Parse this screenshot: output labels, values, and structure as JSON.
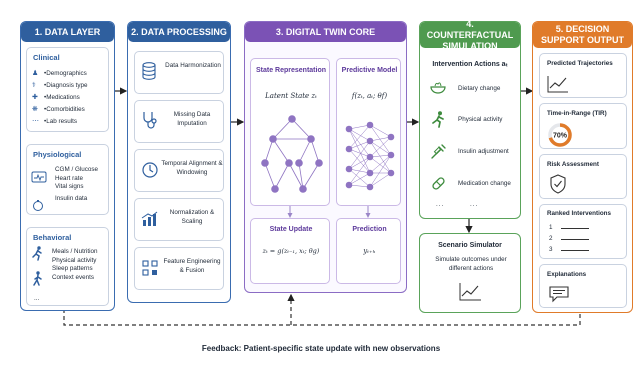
{
  "col1": {
    "title": "1. DATA LAYER",
    "clinical": {
      "title": "Clinical",
      "items": [
        "Demographics",
        "Diagnosis type",
        "Medications",
        "Comorbidities",
        "Lab results"
      ]
    },
    "physiological": {
      "title": "Physiological",
      "items": [
        "CGM / Glucose",
        "Heart rate",
        "Vital signs",
        "Insulin data"
      ]
    },
    "behavioral": {
      "title": "Behavioral",
      "items": [
        "Meals / Nutrition",
        "Physical activity",
        "Sleep patterns",
        "Context events",
        "..."
      ]
    }
  },
  "col2": {
    "title": "2. DATA PROCESSING",
    "steps": [
      {
        "label": "Data Harmonization",
        "icon": "database-icon"
      },
      {
        "label": "Missing Data Imputation",
        "icon": "stethoscope-icon"
      },
      {
        "label": "Temporal Alignment & Windowing",
        "icon": "clock-icon"
      },
      {
        "label": "Normalization & Scaling",
        "icon": "bar-chart-icon"
      },
      {
        "label": "Feature Engineering & Fusion",
        "icon": "layers-icon"
      }
    ]
  },
  "col3": {
    "title": "3. DIGITAL TWIN CORE",
    "state_rep": {
      "title": "State Representation",
      "formula": "Latent State zₜ"
    },
    "predictive": {
      "title": "Predictive Model",
      "formula": "f(zₜ, aₜ; θf)"
    },
    "state_update": {
      "title": "State Update",
      "formula": "zₜ = g(zₜ₋₁, xₜ; θg)"
    },
    "prediction": {
      "title": "Prediction",
      "formula": "yₜ₊ₕ"
    }
  },
  "col4": {
    "title": "4. COUNTERFACTUAL SIMULATION",
    "actions_title": "Intervention Actions aₜ",
    "actions": [
      "Dietary change",
      "Physical activity",
      "Insulin adjustment",
      "Medication change"
    ],
    "ellipsis": "...",
    "simulator": {
      "title": "Scenario Simulator",
      "desc": "Simulate outcomes under different actions"
    }
  },
  "col5": {
    "title": "5. DECISION SUPPORT OUTPUT",
    "trajectories": "Predicted Trajectories",
    "tir": {
      "title": "Time-in-Range (TIR)",
      "value": "70%",
      "fraction": 0.7
    },
    "risk": "Risk Assessment",
    "ranked": {
      "title": "Ranked Interventions",
      "ranks": [
        "1",
        "2",
        "3"
      ]
    },
    "explanations": "Explanations"
  },
  "feedback": "Feedback: Patient-specific state update with new observations",
  "colors": {
    "blue": "#2f5f9e",
    "purple": "#7b52b5",
    "green": "#4f9a4f",
    "orange": "#e07b2a"
  }
}
